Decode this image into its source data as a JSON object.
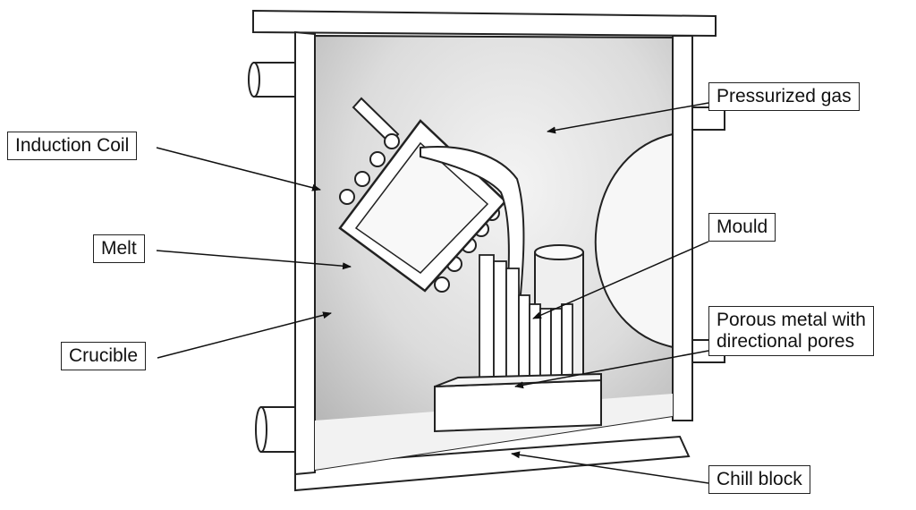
{
  "labels": {
    "induction_coil": "Induction Coil",
    "melt": "Melt",
    "crucible": "Crucible",
    "pressurized_gas": "Pressurized gas",
    "mould": "Mould",
    "porous_metal_line1": "Porous metal with",
    "porous_metal_line2": "directional pores",
    "chill_block": "Chill block"
  },
  "colors": {
    "chamber_interior": "#c9c9c9",
    "outline": "#222222",
    "background": "#ffffff"
  }
}
